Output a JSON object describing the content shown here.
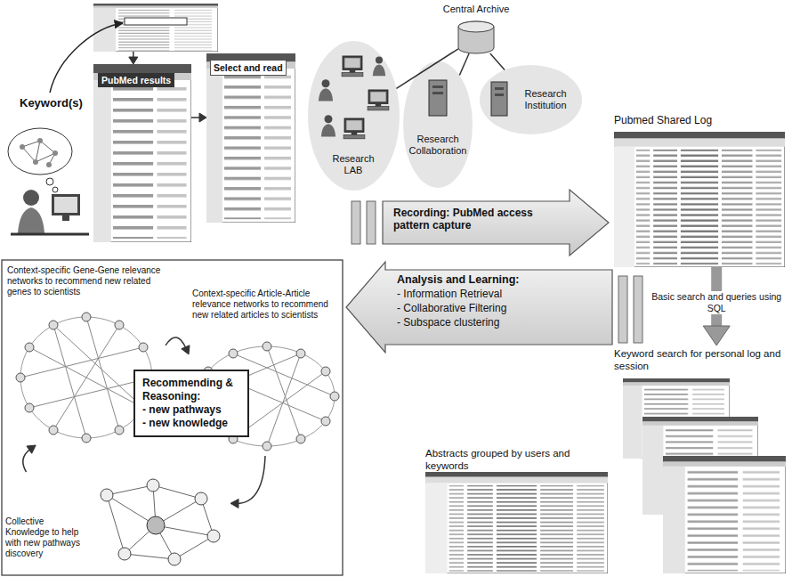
{
  "diagram": {
    "nodes": [
      {
        "text": [
          "Keyword(s)"
        ]
      },
      {
        "text": [
          "PubMed results"
        ]
      },
      {
        "text": [
          "Select and read"
        ]
      },
      {
        "text": [
          "Central Archive"
        ]
      },
      {
        "text": [
          "Research LAB"
        ]
      },
      {
        "text": [
          "Research Collaboration"
        ]
      },
      {
        "text": [
          "Research Institution"
        ]
      },
      {
        "text": [
          "Pubmed Shared Log"
        ]
      },
      {
        "text": [
          "Recording: PubMed access pattern capture"
        ]
      },
      {
        "text": [
          "Keyword search for personal log and session"
        ]
      },
      {
        "text": [
          "Abstracts grouped by users and keywords"
        ]
      },
      {
        "text": [
          "Analysis and Learning:",
          "- Information Retrieval",
          "- Collaborative Filtering",
          "- Subspace clustering"
        ]
      },
      {
        "text": [
          "Context-specific Gene-Gene relevance networks to recommend new related genes to scientists"
        ]
      },
      {
        "text": [
          "Context-specific Article-Article relevance networks to recommend new related articles to scientists"
        ]
      },
      {
        "text": [
          "Recommending & Reasoning:",
          "- new pathways",
          "- new knowledge"
        ]
      },
      {
        "text": [
          "Collective Knowledge to help with new pathways discovery"
        ]
      }
    ],
    "edges": [
      {
        "from": 0,
        "to": 1,
        "arrow": "to"
      },
      {
        "from": 1,
        "to": 2,
        "arrow": "to"
      },
      {
        "from": 3,
        "to": 4,
        "arrow": "none"
      },
      {
        "from": 3,
        "to": 5,
        "arrow": "none"
      },
      {
        "from": 3,
        "to": 6,
        "arrow": "none"
      },
      {
        "from": 7,
        "to": 9,
        "arrow": "to",
        "label": "Basic search and queries using SQL"
      },
      {
        "from": 12,
        "to": 13,
        "arrow": "to"
      },
      {
        "from": 13,
        "to": 15,
        "arrow": "to"
      },
      {
        "from": 15,
        "to": 12,
        "arrow": "to"
      }
    ]
  }
}
